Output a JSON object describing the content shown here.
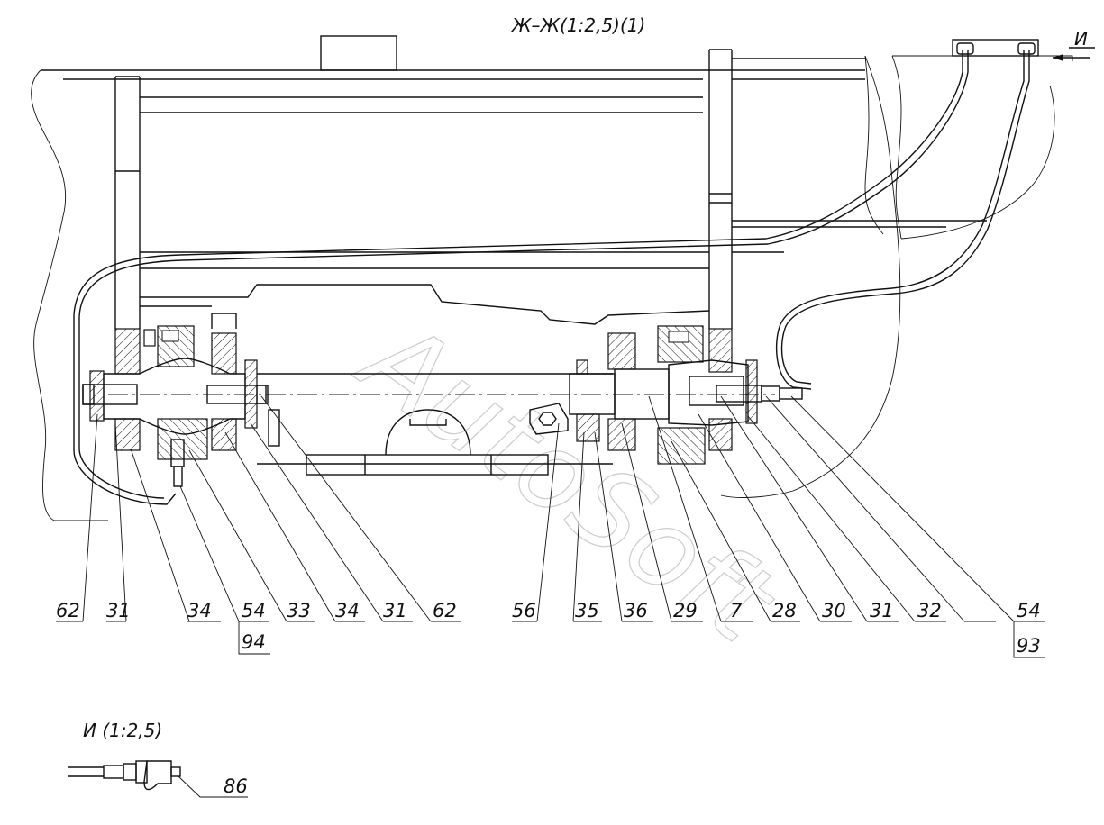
{
  "drawing": {
    "section_title": "Ж–Ж(1:2,5)(1)",
    "view_arrow_letter": "И",
    "detail_title": "И (1:2,5)",
    "watermark": "AutoSoft",
    "callouts_left": [
      "62",
      "31",
      "34",
      "54",
      "33",
      "34",
      "31",
      "62"
    ],
    "callouts_right": [
      "56",
      "35",
      "36",
      "29",
      "7",
      "28",
      "30",
      "31",
      "32",
      "54"
    ],
    "callout_box_left": "94",
    "callout_box_right": "93",
    "detail_callout": "86"
  }
}
